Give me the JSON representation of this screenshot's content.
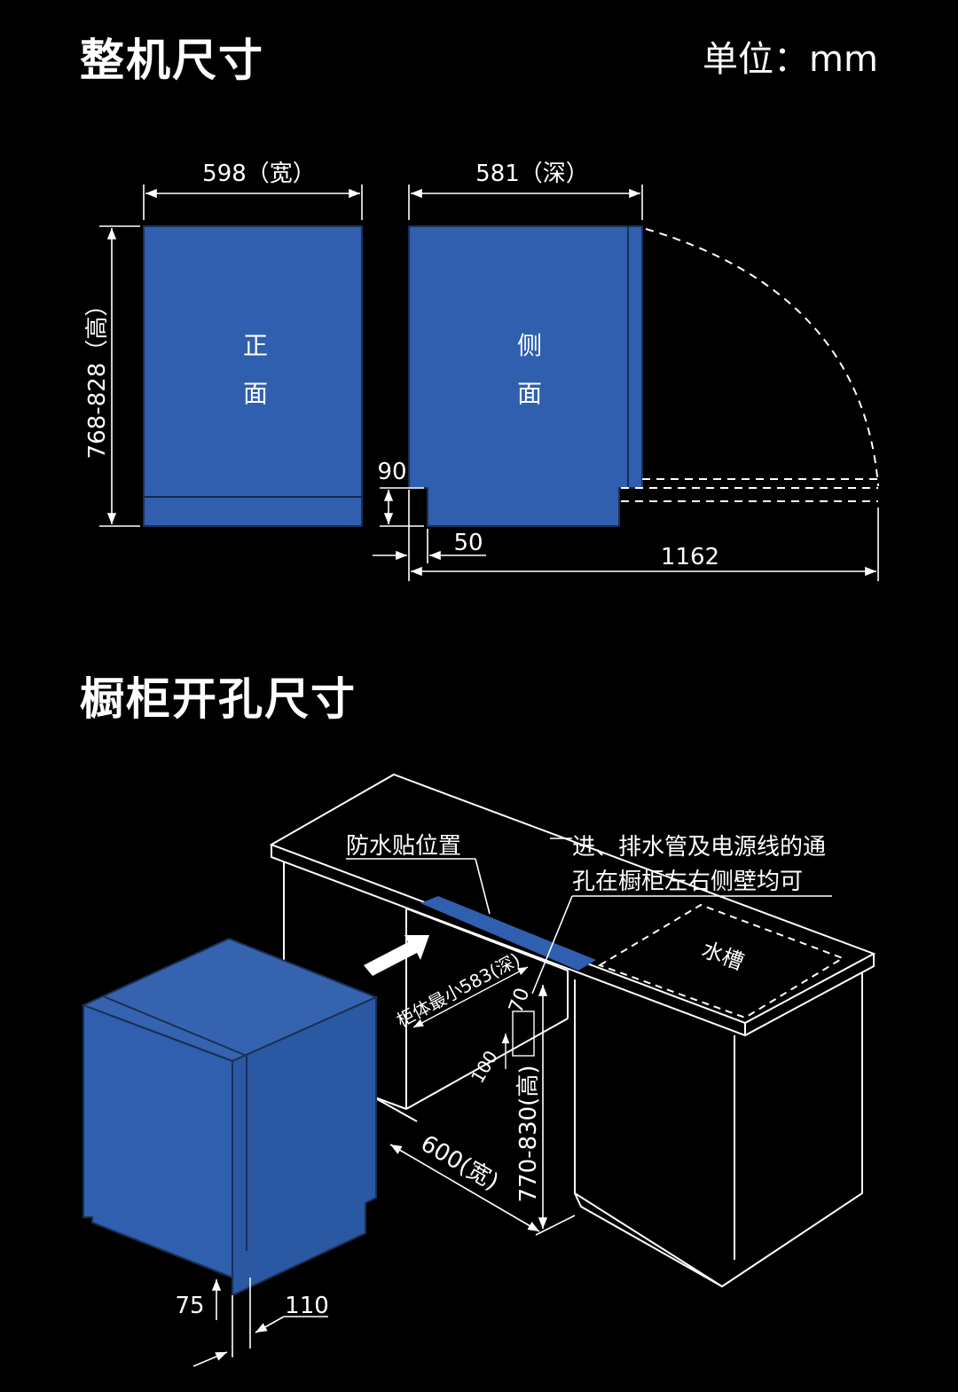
{
  "section1": {
    "title": "整机尺寸",
    "unit": "单位：mm",
    "front_label_1": "正",
    "front_label_2": "面",
    "side_label_1": "侧",
    "side_label_2": "面",
    "width": "598（宽）",
    "depth": "581（深）",
    "height": "768-828（高）",
    "dim_90": "90",
    "dim_50": "50",
    "dim_1162": "1162"
  },
  "section2": {
    "title": "橱柜开孔尺寸",
    "waterproof": "防水贴位置",
    "note_line1": "进、排水管及电源线的通",
    "note_line2": "孔在橱柜左右侧壁均可",
    "sink": "水槽",
    "cabinet_depth": "柜体最小583(深)",
    "dim_70": "70",
    "dim_100": "100",
    "width": "600(宽)",
    "height": "770-830(高)",
    "dim_75": "75",
    "dim_110": "110"
  },
  "colors": {
    "panel_blue": "#2f5fae",
    "background": "#000000",
    "line": "#ffffff"
  }
}
